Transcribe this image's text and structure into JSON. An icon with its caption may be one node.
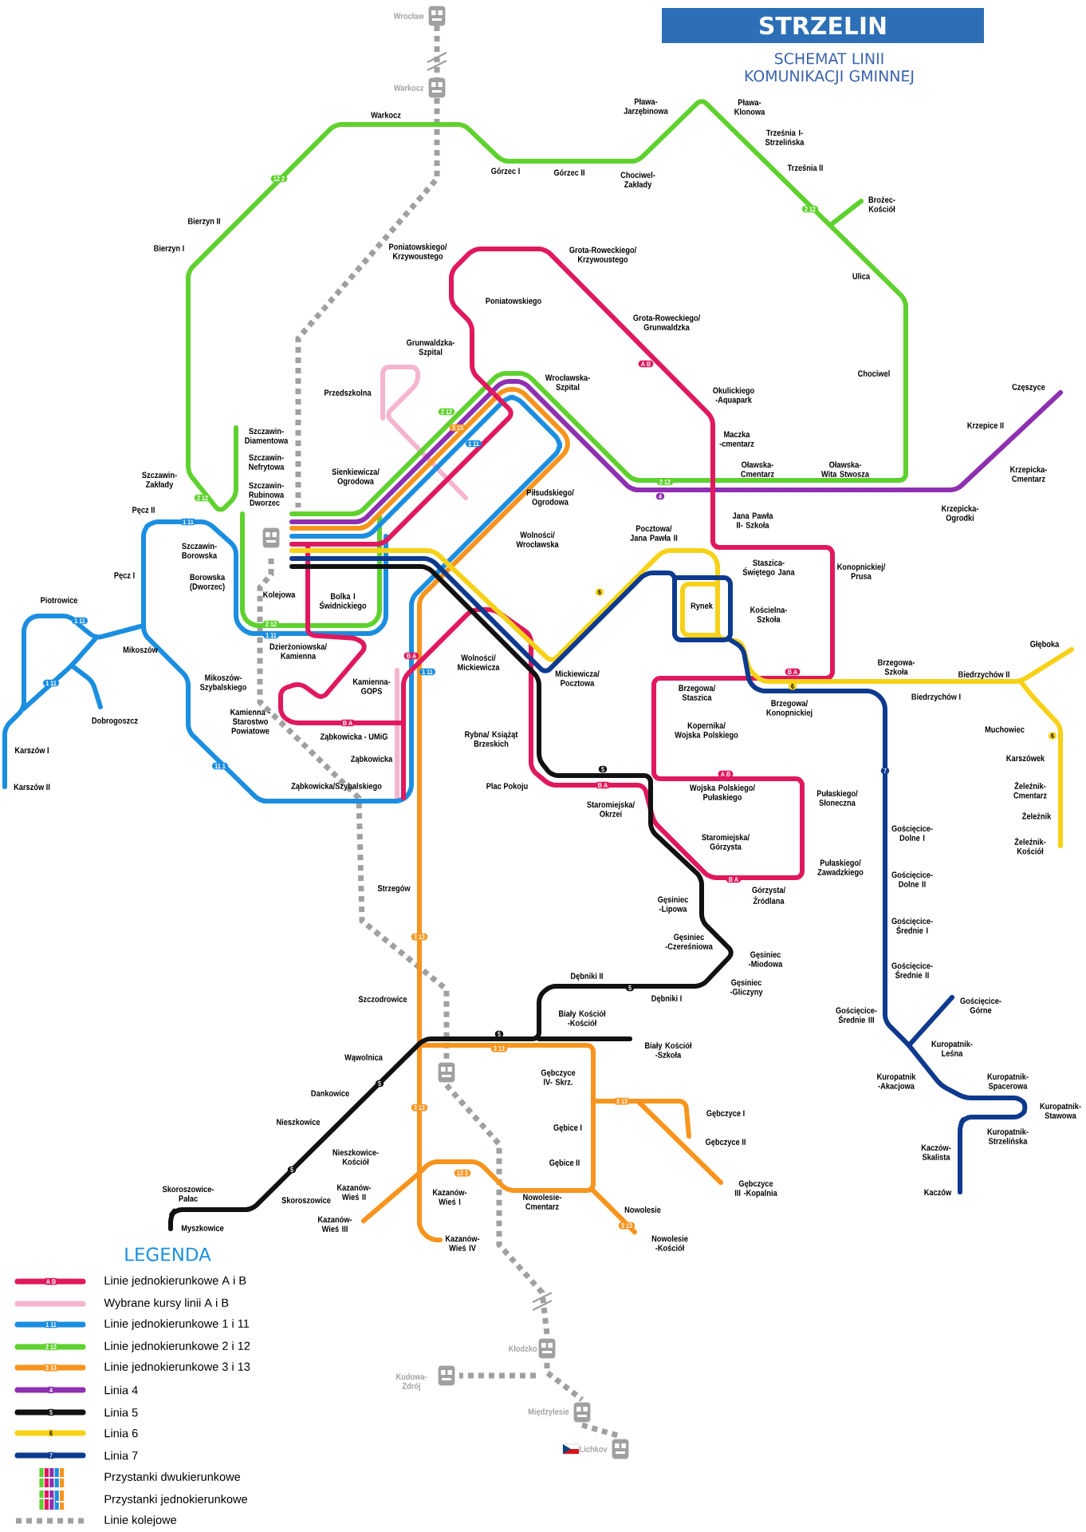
{
  "diagram": {
    "title": "STRZELIN",
    "labels": [
      "SCHEMAT LINII KOMUNIKACJI GMINNEJ",
      "Wrocław",
      "Warkocz",
      "Warkocz",
      "Pława- Jarzębinowa",
      "Pława- Klonowa",
      "Trześnia I- Strzelińska",
      "Trześnia II",
      "Górzec I",
      "Górzec II",
      "Chociwel- Zakłady",
      "12 2",
      "2 12",
      "Brożec- Kościół",
      "Bierzyn II",
      "Bierzyn I",
      "Poniatowskiego/ Krzywoustego",
      "Grota-Roweckiego/ Krzywoustego",
      "Ulica",
      "Poniatowskiego",
      "Grota-Roweckiego/ Grunwaldzka",
      "Grunwaldzka- Szpital",
      "A B",
      "Chociwel",
      "Wrocławska- Szpital",
      "Częszyce",
      "Przedszkolna",
      "Okulickiego -Aquapark",
      "2 12",
      "3 13",
      "1 11",
      "Krzepice II",
      "Szczawin- Diamentowa",
      "Maczka -cmentarz",
      "Szczawin- Nefrytowa",
      "Oławska- Cmentarz",
      "Oławska- Wita Stwosza",
      "Krzepicka- Cmentarz",
      "Sienkiewicza/ Ogrodowa",
      "Szczawin- Zakłady",
      "2 12",
      "4",
      "Szczawin- Rubinowa",
      "2 12",
      "Piłsudskiego/ Ogrodowa",
      "Pęcz II",
      "Krzepicka- Ogrodki",
      "Dworzec",
      "1 11",
      "Jana Pawła II- Szkoła",
      "Wolności/ Wrocławska",
      "Pocztowa/ Jana Pawła II",
      "Szczawin- Borowska",
      "Staszica- Świętego Jana",
      "Konopnickiej/ Prusa",
      "Pęcz I",
      "Borowska (Dworzec)",
      "Kolejowa",
      "6",
      "Bolka I Świdnickiego",
      "Piotrowice",
      "Rynek",
      "Kościelna- Szkoła",
      "1 11",
      "2 12",
      "1 11",
      "Głęboka",
      "Mikoszów",
      "Dzierżoniowska/ Kamienna",
      "B A",
      "Wolności/ Mickiewicza",
      "Brzegowa- Szkoła",
      "B A",
      "Biedrzychów II",
      "Mickiewicza/ Pocztowa",
      "1 11",
      "1 11",
      "Mikoszów- Szybalskiego",
      "6",
      "Kamienna- GOPS",
      "Brzegowa/ Staszica",
      "Biedrzychów I",
      "Brzegowa/ Konopnickiej",
      "Dobrogoszcz",
      "Kamienna - Starostwo Powiatowe",
      "B A",
      "Kopernika/ Wojska Polskiego",
      "Muchowiec",
      "6",
      "Ząbkowicka - UMiG",
      "Rybna/ Książąt Brzeskich",
      "Karszów I",
      "Karszówek",
      "Ząbkowicka",
      "11 1",
      "5",
      "7",
      "A B",
      "B A",
      "Plac Pokoju",
      "Ząbkowicka/Szybalskiego",
      "Karszów II",
      "Wojska Polskiego/ Pułaskiego",
      "Żeleźnik- Cmentarz",
      "Pułaskiego/ Słoneczna",
      "Staromiejska/ Okrzei",
      "Żeleźnik",
      "Gościęcice- Dolne I",
      "Staromiejska/ Górzysta",
      "Żeleźnik- Kościół",
      "Pułaskiego/ Zawadzkiego",
      "Gościęcice- Dolne II",
      "B A",
      "Strzegów",
      "Górzysta/ Źródlana",
      "Gęsiniec -Lipowa",
      "Gościęcice- Średnie I",
      "3 13",
      "Gęsiniec -Czereśniowa",
      "Gęsiniec -Miodowa",
      "Gościęcice- Średnie II",
      "Dębniki II",
      "5",
      "Gęsiniec -Gliczyny",
      "Dębniki I",
      "Szczodrowice",
      "Gościęcice- Górne",
      "Gościęcice- Średnie III",
      "Biały Kościół -Kościół",
      "5",
      "3 13",
      "Kuropatnik- Leśna",
      "Biały Kościół -Szkoła",
      "Wąwolnica",
      "Gębczyce IV- Skrz.",
      "Kuropatnik -Akacjowa",
      "Kuropatnik- Spacerowa",
      "5",
      "Dankowice",
      "3 13",
      "3 13",
      "Kuropatnik- Stawowa",
      "Gębczyce I",
      "Nieszkowice",
      "Gębice I",
      "Kuropatnik- Strzelińska",
      "Gębczyce II",
      "Kaczów- Skalista",
      "Nieszkowice- Kościół",
      "Gębice II",
      "5",
      "13 3",
      "Gębczyce III -Kopalnia",
      "Kaczów",
      "Skoroszowice- Pałac",
      "Kazanów- Wieś II",
      "Kazanów- Wieś I",
      "Skoroszowice",
      "Nowolesie- Cmentarz",
      "Nowolesie",
      "Kazanów- Wieś III",
      "3 13",
      "Myszkowice",
      "Nowolesie -Kościół",
      "Kazanów- Wieś IV",
      "LEGENDA",
      "A B",
      "1 11",
      "2 12",
      "3 13",
      "4",
      "5",
      "6",
      "7",
      "Kłodzko",
      "Kudowa- Zdrój",
      "Międzylesie",
      "Lichkov"
    ],
    "legend": [
      {
        "text": "Linie jednokierunkowe A i B"
      },
      {
        "text": "Wybrane kursy linii A i B"
      },
      {
        "text": "Linie jednokierunkowe 1 i 11"
      },
      {
        "text": "Linie jednokierunkowe 2 i 12"
      },
      {
        "text": "Linie jednokierunkowe 3 i 13"
      },
      {
        "text": "Linia 4"
      },
      {
        "text": "Linia 5"
      },
      {
        "text": "Linia 6"
      },
      {
        "text": "Linia 7"
      },
      {
        "text": "Przystanki dwukierunkowe"
      },
      {
        "text": "Przystanki jednokierunkowe"
      },
      {
        "text": "Linie kolejowe"
      }
    ]
  }
}
